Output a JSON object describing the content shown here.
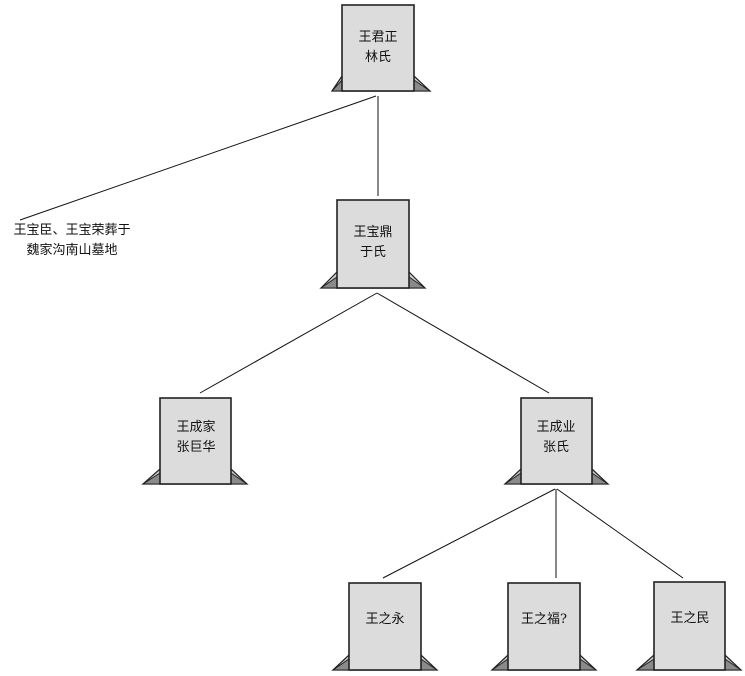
{
  "tombstones": {
    "wang_junzheng": {
      "line1": "王君正",
      "line2": "林氏"
    },
    "wang_baoding": {
      "line1": "王宝鼎",
      "line2": "于氏"
    },
    "wang_chengjia": {
      "line1": "王成家",
      "line2": "张巨华"
    },
    "wang_chengye": {
      "line1": "王成业",
      "line2": "张氏"
    },
    "wang_zhiyong": {
      "line1": "王之永"
    },
    "wang_zhifu": {
      "line1": "王之福?"
    },
    "wang_zhimin": {
      "line1": "王之民"
    }
  },
  "note": {
    "line1": "王宝臣、王宝荣葬于",
    "line2": "魏家沟南山墓地"
  },
  "colors": {
    "stone_fill": "#dcdcdc",
    "stone_base_shadow": "#8a8a8a",
    "line": "#111111"
  }
}
